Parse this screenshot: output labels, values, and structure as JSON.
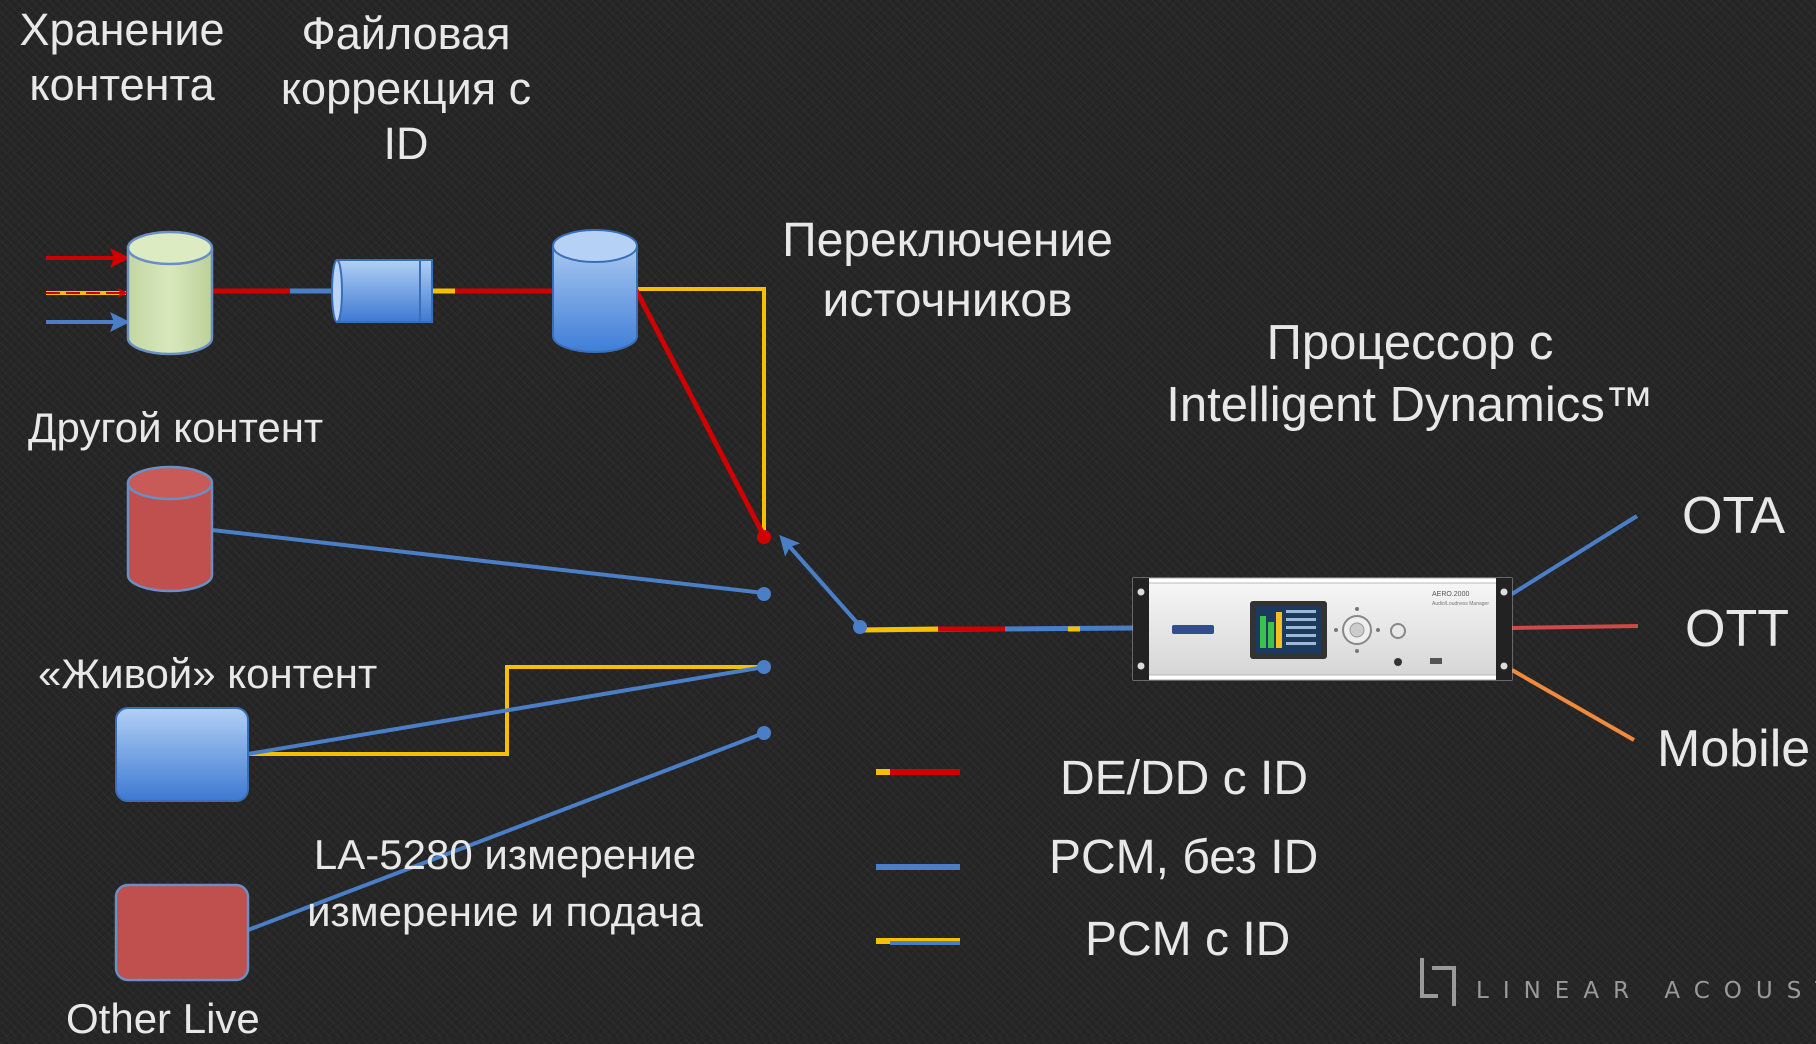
{
  "labels": {
    "storage": [
      "Хранение",
      "контента"
    ],
    "file_correction": [
      "Файловая",
      "коррекция с",
      "ID"
    ],
    "switching": [
      "Переключение",
      "источников"
    ],
    "processor": [
      "Процессор с",
      "Intelligent Dynamics™"
    ],
    "other_content": "Другой контент",
    "live_content": "«Живой» контент",
    "la5280": [
      "LA-5280 измерение",
      "измерение и подача"
    ],
    "other_live": "Other Live"
  },
  "outputs": [
    "OTA",
    "OTT",
    "Mobile"
  ],
  "legend": [
    {
      "label": "DE/DD с ID",
      "colors": [
        "#f5c000",
        "#d00000"
      ]
    },
    {
      "label": "PCM, без ID",
      "colors": [
        "#4a7fc7",
        "#4a7fc7"
      ]
    },
    {
      "label": "PCM с ID",
      "colors": [
        "#f5c000",
        "#4a7fc7"
      ]
    }
  ],
  "device": {
    "model": "AERO.2000",
    "subtitle": "Audio/Loudness Manager"
  },
  "logo": {
    "text": "LINEAR ACOUSTIC"
  },
  "colors": {
    "red": "#d00000",
    "yellow": "#f5c000",
    "blue": "#4a7fc7",
    "orange": "#f08a3c",
    "ott_red": "#d04848"
  }
}
